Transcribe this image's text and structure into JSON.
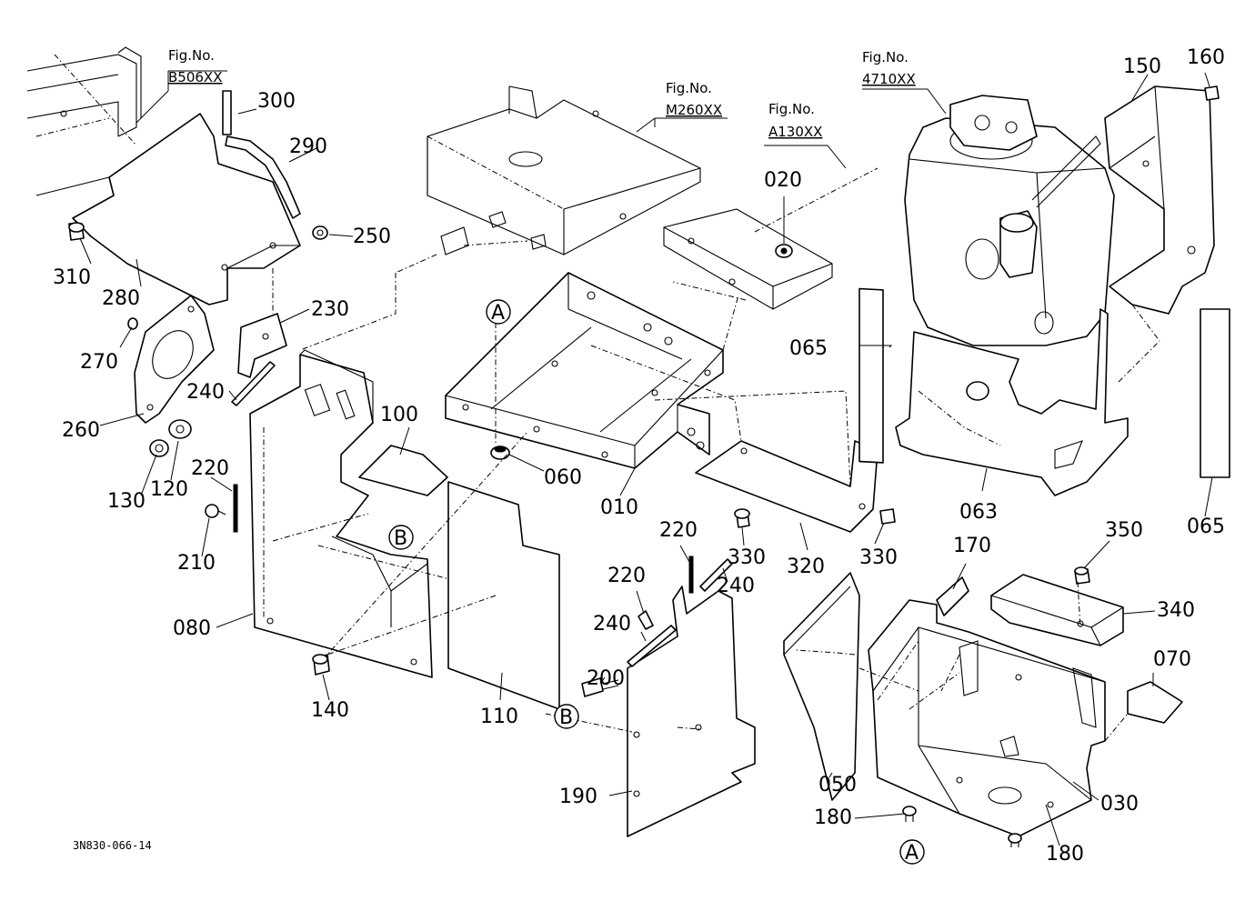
{
  "figure_refs": [
    {
      "id": "b506",
      "title": "Fig.No.",
      "number": "B506XX"
    },
    {
      "id": "m260",
      "title": "Fig.No.",
      "number": "M260XX"
    },
    {
      "id": "a130",
      "title": "Fig.No.",
      "number": "A130XX"
    },
    {
      "id": "4710",
      "title": "Fig.No.",
      "number": "4710XX"
    }
  ],
  "part_labels": {
    "p300": "300",
    "p290": "290",
    "p250": "250",
    "p310": "310",
    "p280": "280",
    "p230": "230",
    "p270": "270",
    "p240a": "240",
    "p260": "260",
    "p130": "130",
    "p120": "120",
    "p220a": "220",
    "p210": "210",
    "p080": "080",
    "p140": "140",
    "p100": "100",
    "p110": "110",
    "p060": "060",
    "p010": "010",
    "p020": "020",
    "p065a": "065",
    "p065b": "065",
    "p150": "150",
    "p160": "160",
    "p063": "063",
    "p330a": "330",
    "p330b": "330",
    "p320": "320",
    "p220b": "220",
    "p220c": "220",
    "p240b": "240",
    "p240c": "240",
    "p200": "200",
    "p190": "190",
    "p170": "170",
    "p350": "350",
    "p340": "340",
    "p070": "070",
    "p050": "050",
    "p180a": "180",
    "p180b": "180",
    "p030": "030"
  },
  "markers": {
    "a_top": "A",
    "a_bottom": "A",
    "b_left": "B",
    "b_mid": "B"
  },
  "drawing_code": "3N830-066-14"
}
